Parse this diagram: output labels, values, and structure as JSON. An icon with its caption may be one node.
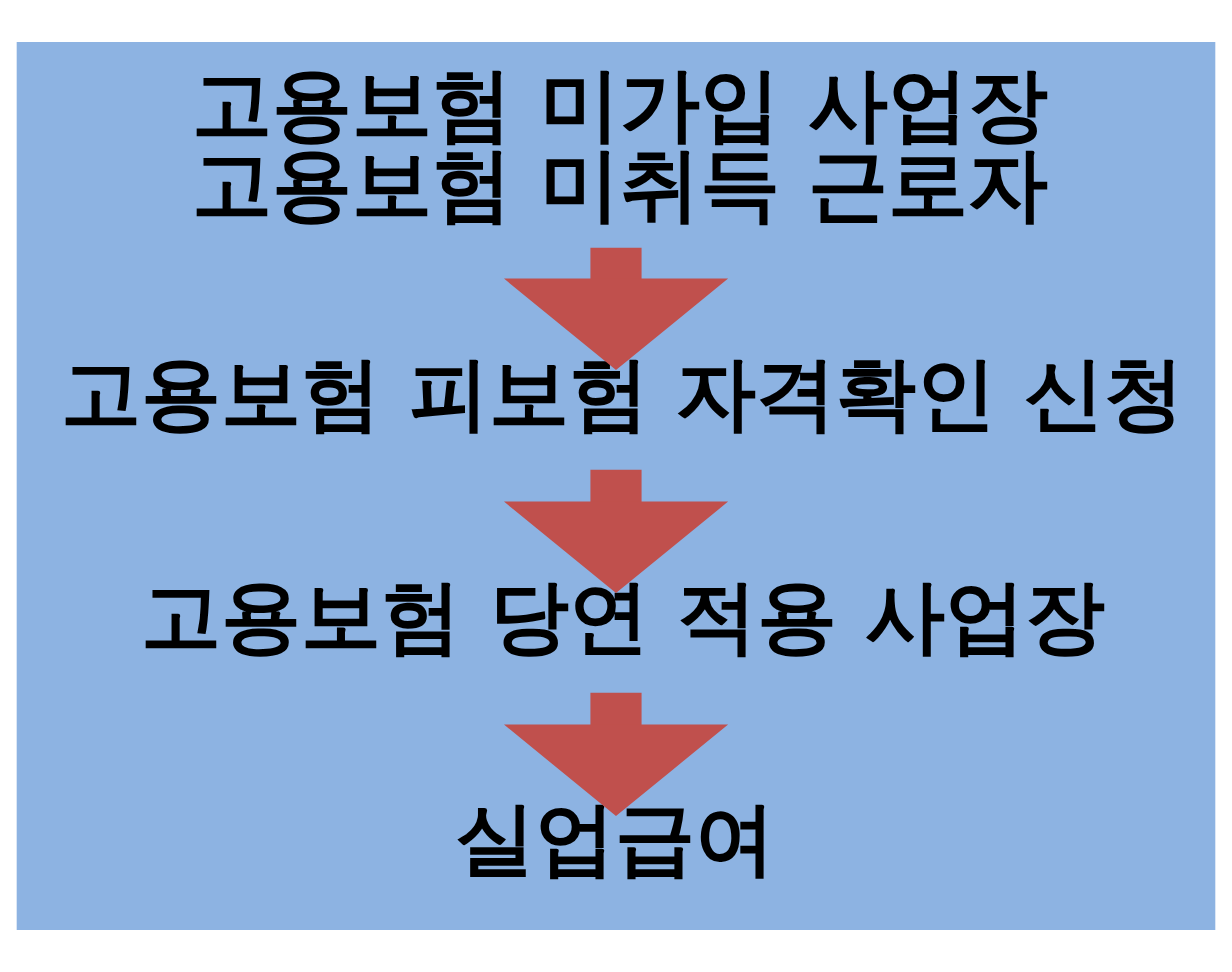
{
  "diagram": {
    "nodes": [
      {
        "text": [
          "고용보험 미가입 사업장",
          "고용보험 미취득 근로자"
        ]
      },
      {
        "text": [
          "고용보험 피보험 자격확인 신청"
        ]
      },
      {
        "text": [
          "고용보험 당연 적용 사업장"
        ]
      },
      {
        "text": [
          "실업급여"
        ]
      }
    ],
    "edges": [
      {
        "from": 0,
        "to": 1,
        "arrow": "to"
      },
      {
        "from": 1,
        "to": 2,
        "arrow": "to"
      },
      {
        "from": 2,
        "to": 3,
        "arrow": "to"
      }
    ]
  }
}
